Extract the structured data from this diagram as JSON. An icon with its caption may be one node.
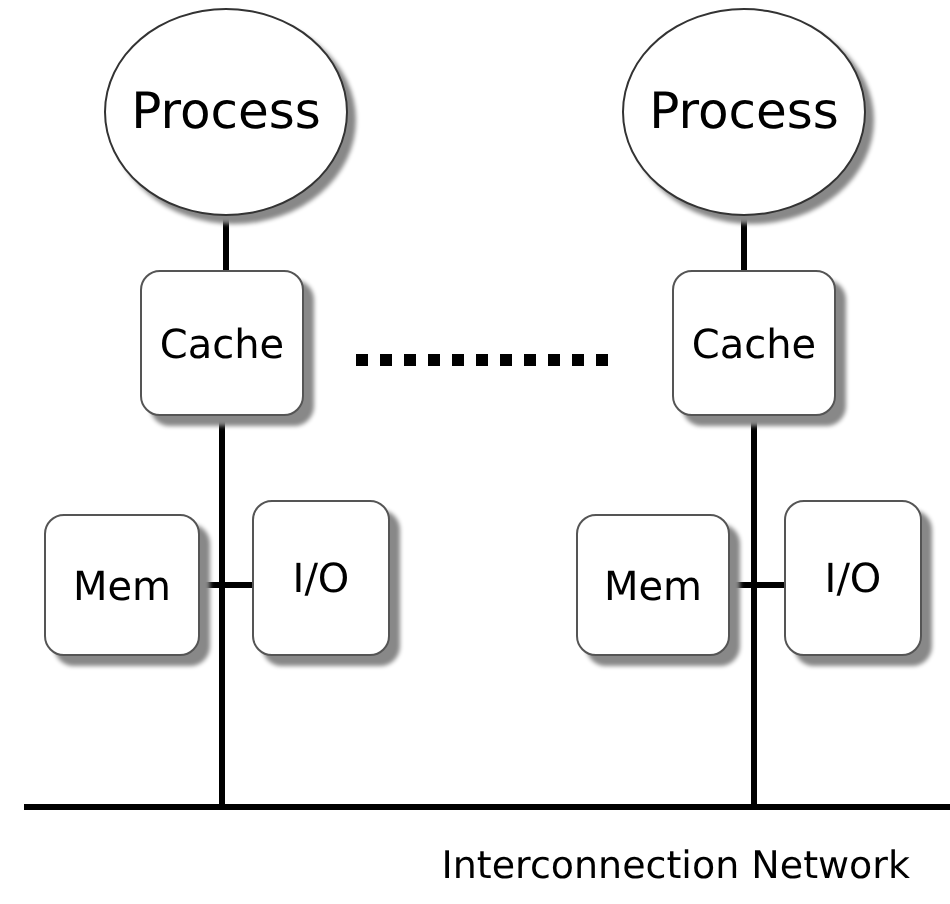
{
  "diagram": {
    "nodes": [
      {
        "text": [
          "Process"
        ]
      },
      {
        "text": [
          "Process"
        ]
      },
      {
        "text": [
          "Cache"
        ]
      },
      {
        "text": [
          "Cache"
        ]
      },
      {
        "text": [
          "Mem"
        ]
      },
      {
        "text": [
          "I/O"
        ]
      },
      {
        "text": [
          "Mem"
        ]
      },
      {
        "text": [
          "I/O"
        ]
      },
      {
        "text": [
          "Interconnection Network"
        ]
      }
    ],
    "edges": [
      {
        "from": 0,
        "to": 2,
        "arrow": "none"
      },
      {
        "from": 1,
        "to": 3,
        "arrow": "none"
      },
      {
        "from": 2,
        "to": 8,
        "arrow": "none"
      },
      {
        "from": 3,
        "to": 8,
        "arrow": "none"
      },
      {
        "from": 4,
        "to": 5,
        "arrow": "none"
      },
      {
        "from": 6,
        "to": 7,
        "arrow": "none"
      },
      {
        "from": 2,
        "to": 3,
        "arrow": "none",
        "style": "dashed"
      }
    ]
  }
}
